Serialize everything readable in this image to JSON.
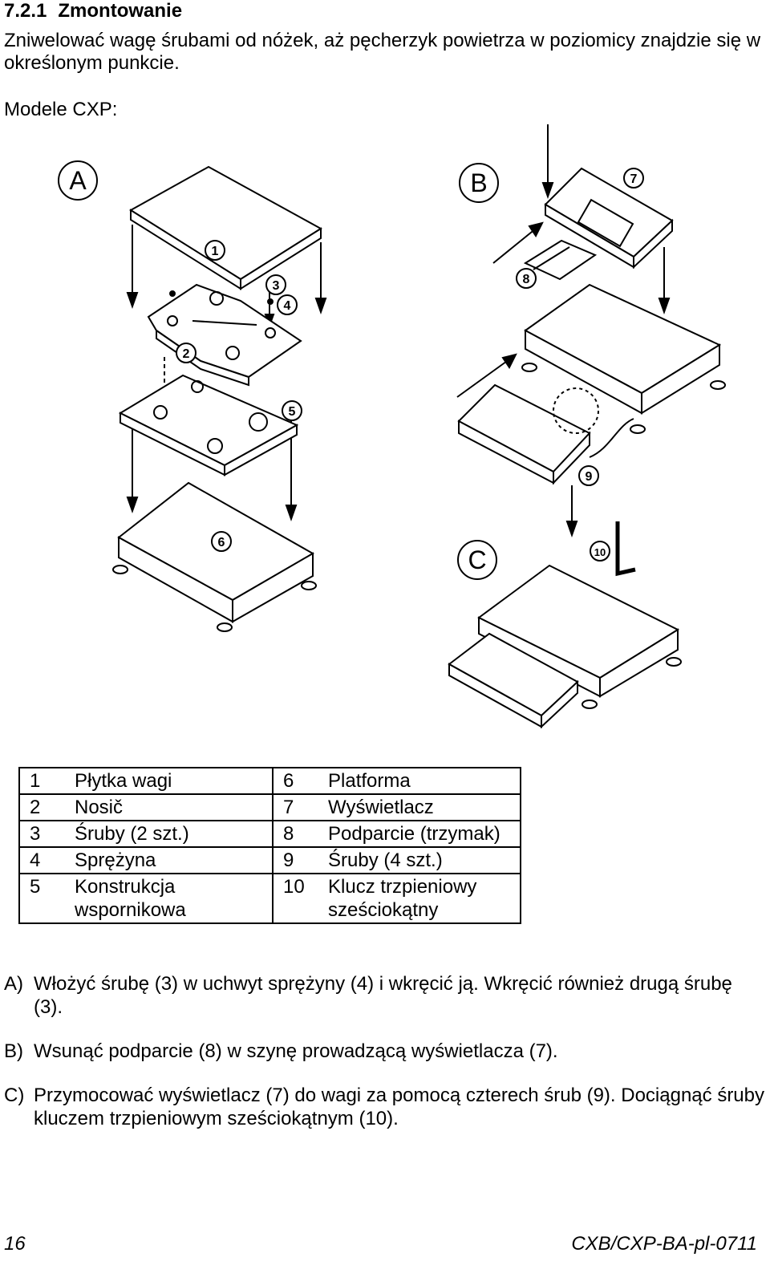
{
  "heading": {
    "number": "7.2.1",
    "title": "Zmontowanie"
  },
  "intro": "Zniwelować wagę śrubami od nóżek, aż pęcherzyk powietrza  w poziomicy znajdzie się w określonym punkcie.",
  "models_label": "Modele CXP:",
  "figure": {
    "panel_labels": [
      "A",
      "B",
      "C"
    ],
    "callouts": [
      "1",
      "2",
      "3",
      "4",
      "5",
      "6",
      "7",
      "8",
      "9",
      "10"
    ]
  },
  "legend": [
    {
      "n1": "1",
      "t1": "Płytka wagi",
      "n2": "6",
      "t2": "Platforma"
    },
    {
      "n1": "2",
      "t1": "Nosič",
      "n2": "7",
      "t2": "Wyświetlacz"
    },
    {
      "n1": "3",
      "t1": "Śruby (2 szt.)",
      "n2": "8",
      "t2": "Podparcie (trzymak)"
    },
    {
      "n1": "4",
      "t1": "Sprężyna",
      "n2": "9",
      "t2": "Śruby (4 szt.)"
    },
    {
      "n1": "5",
      "t1": "Konstrukcja wspornikowa",
      "n2": "10",
      "t2": "Klucz trzpieniowy sześciokątny"
    }
  ],
  "steps": [
    {
      "label": "A)",
      "text": "Włożyć śrubę (3) w uchwyt sprężyny (4) i wkręcić ją. Wkręcić również drugą śrubę (3)."
    },
    {
      "label": "B)",
      "text": "Wsunąć podparcie (8) w szynę prowadzącą wyświetlacza (7)."
    },
    {
      "label": "C)",
      "text": "Przymocować wyświetlacz (7) do wagi za pomocą czterech śrub (9). Dociągnąć śruby kluczem trzpieniowym sześciokątnym (10)."
    }
  ],
  "footer": {
    "page": "16",
    "doc_id": "CXB/CXP-BA-pl-0711"
  }
}
